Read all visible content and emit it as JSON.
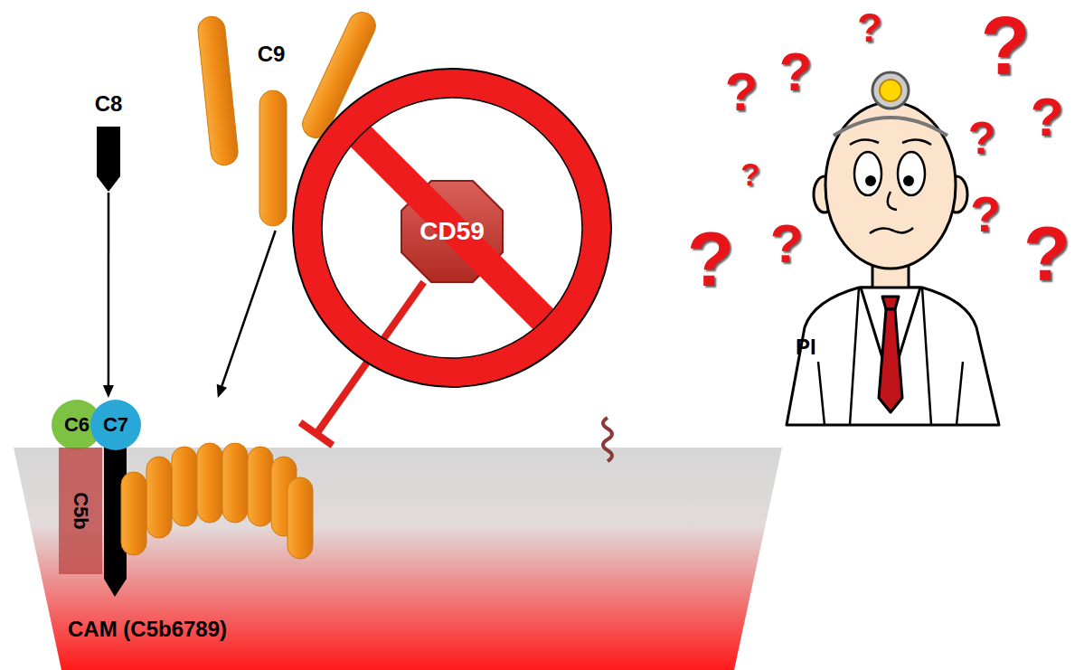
{
  "diagram": {
    "nodes": [
      {
        "text": [
          "C8"
        ]
      },
      {
        "text": [
          "C9"
        ]
      },
      {
        "text": [
          "CD59"
        ]
      },
      {
        "text": [
          "CAM (C5b6789)"
        ]
      },
      {
        "text": [
          "C6"
        ],
        "in": 3
      },
      {
        "text": [
          "C7"
        ],
        "in": 3
      },
      {
        "text": [
          "C5b"
        ],
        "in": 3
      }
    ],
    "edges": [
      {
        "from": 0,
        "to": 3,
        "arrow": "to"
      },
      {
        "from": 1,
        "to": 3,
        "arrow": "to"
      },
      {
        "from": 2,
        "to": 3,
        "arrow": "to"
      }
    ],
    "labels": [
      "PI",
      "?",
      "?",
      "?",
      "?",
      "?",
      "?",
      "?",
      "?",
      "?",
      "?",
      "?"
    ]
  }
}
